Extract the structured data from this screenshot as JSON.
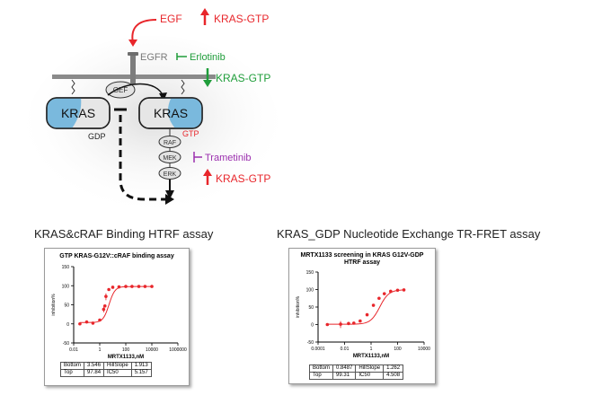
{
  "pathway": {
    "labels": {
      "egf": "EGF",
      "egfr": "EGFR",
      "gef": "GEF",
      "kras_left": "KRAS",
      "gdp": "GDP",
      "kras_right": "KRAS",
      "gtp": "GTP",
      "raf": "RAF",
      "mek": "MEK",
      "erk": "ERK"
    },
    "annotations": {
      "kras_gtp_top": "KRAS-GTP",
      "erlotinib": "Erlotinib",
      "kras_gtp_mid": "KRAS-GTP",
      "trametinib": "Trametinib",
      "kras_gtp_bottom": "KRAS-GTP"
    },
    "colors": {
      "red": "#e8262b",
      "green": "#1f9d3a",
      "purple": "#9b2fae",
      "kras_blue": "#7ab9dd",
      "membrane": "#888888"
    }
  },
  "assays": [
    {
      "section_title": "KRAS&cRAF Binding HTRF assay",
      "chart_title": "GTP KRAS-G12V::cRAF binding assay",
      "params": {
        "bottom_label": "Bottom",
        "bottom": "3.546",
        "hill_label": "HillSlope",
        "hill": "1.913",
        "top_label": "Top",
        "top": "97.84",
        "ic50_label": "IC50",
        "ic50": "5.157"
      }
    },
    {
      "section_title": "KRAS_GDP Nucleotide Exchange TR-FRET assay",
      "chart_title_line1": "MRTX1133 screening in KRAS G12V-GDP",
      "chart_title_line2": "HTRF assay",
      "params": {
        "bottom_label": "Bottom",
        "bottom": "0.8487",
        "hill_label": "HillSlope",
        "hill": "1.262",
        "top_label": "Top",
        "top": "99.31",
        "ic50_label": "IC50",
        "ic50": "4.508"
      }
    }
  ],
  "chart_data": [
    {
      "type": "scatter",
      "title": "GTP KRAS-G12V::cRAF binding assay",
      "xlabel": "MRTX1133,nM",
      "ylabel": "inhibition%",
      "x_scale": "log",
      "xlim": [
        0.01,
        1000000
      ],
      "ylim": [
        -50,
        150
      ],
      "x_ticks": [
        "0.01",
        "1",
        "100",
        "10000",
        "1000000"
      ],
      "y_ticks": [
        "-50",
        "0",
        "50",
        "100",
        "150"
      ],
      "points": [
        [
          0.03,
          0
        ],
        [
          0.1,
          5
        ],
        [
          0.3,
          2
        ],
        [
          1,
          10
        ],
        [
          2,
          38
        ],
        [
          2.5,
          47
        ],
        [
          3,
          72
        ],
        [
          5,
          90
        ],
        [
          10,
          96
        ],
        [
          30,
          97
        ],
        [
          100,
          98
        ],
        [
          300,
          98
        ],
        [
          1000,
          98
        ],
        [
          3000,
          98
        ],
        [
          10000,
          98
        ]
      ],
      "error_bars": [
        [
          0.1,
          1,
          9
        ],
        [
          2,
          30,
          45
        ],
        [
          3,
          62,
          80
        ]
      ],
      "fit": {
        "bottom": 3.546,
        "top": 97.84,
        "ic50": 5.157,
        "hillslope": 1.913
      }
    },
    {
      "type": "scatter",
      "title": "MRTX1133 screening in KRAS G12V-GDP HTRF assay",
      "xlabel": "MRTX1133,nM",
      "ylabel": "inhibition%",
      "x_scale": "log",
      "xlim": [
        0.0001,
        10000
      ],
      "ylim": [
        -50,
        150
      ],
      "x_ticks": [
        "0.0001",
        "0.01",
        "1",
        "100",
        "10000"
      ],
      "y_ticks": [
        "-50",
        "0",
        "50",
        "100",
        "150"
      ],
      "points": [
        [
          0.0005,
          0
        ],
        [
          0.005,
          1
        ],
        [
          0.02,
          3
        ],
        [
          0.05,
          4
        ],
        [
          0.15,
          10
        ],
        [
          0.5,
          28
        ],
        [
          1.5,
          55
        ],
        [
          4,
          75
        ],
        [
          10,
          88
        ],
        [
          30,
          95
        ],
        [
          100,
          98
        ],
        [
          300,
          99
        ]
      ],
      "error_bars": [
        [
          0.005,
          -10,
          10
        ]
      ],
      "fit": {
        "bottom": 0.8487,
        "top": 99.31,
        "ic50": 4.508,
        "hillslope": 1.262
      }
    }
  ]
}
